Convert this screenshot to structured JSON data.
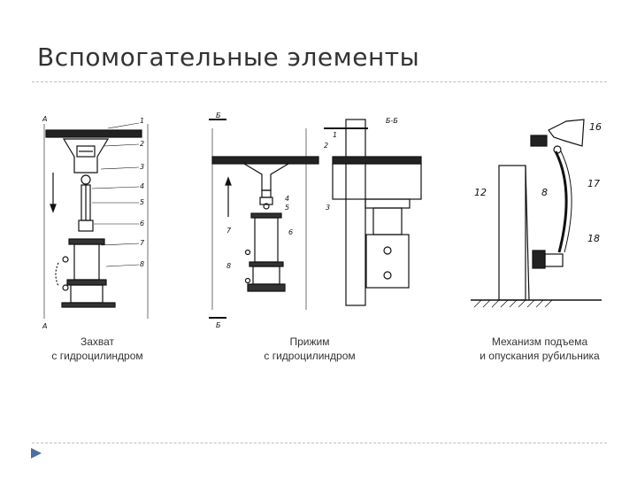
{
  "slide": {
    "title": "Вспомогательные элементы"
  },
  "figures": [
    {
      "name": "grip",
      "caption_line1": "Захват",
      "caption_line2": "с гидроцилиндром",
      "labels": [
        "А",
        "А",
        "1",
        "2",
        "3",
        "4",
        "5",
        "6",
        "7",
        "8"
      ]
    },
    {
      "name": "clamp",
      "caption_line1": "Прижим",
      "caption_line2": "с гидроцилиндром",
      "labels": [
        "Б",
        "Б",
        "Б-Б",
        "1",
        "2",
        "3",
        "4",
        "5",
        "6",
        "7",
        "8"
      ]
    },
    {
      "name": "lift-mechanism",
      "caption_line1": "Механизм подъема",
      "caption_line2": "и опускания рубильника",
      "labels": [
        "16",
        "12",
        "8",
        "17",
        "18"
      ]
    }
  ],
  "colors": {
    "title": "#333333",
    "rule": "#b9bec6",
    "bullet": "#4a6fa5",
    "drawing": "#111111"
  }
}
